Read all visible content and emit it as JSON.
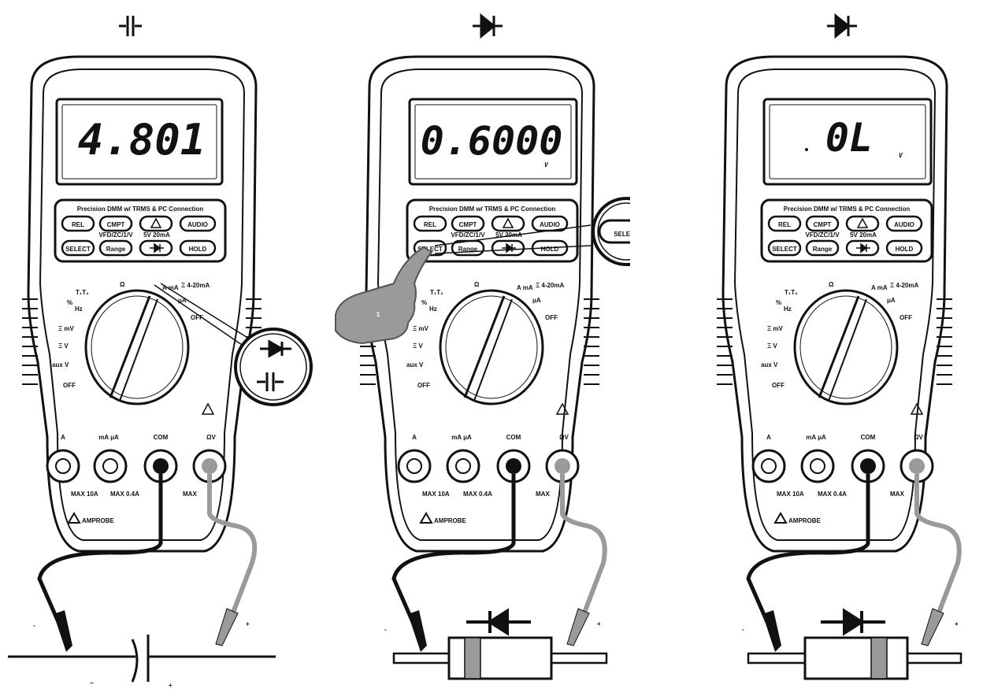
{
  "panels": [
    {
      "mode_icon": "capacitor-symbol-icon",
      "display": {
        "reading": "4.801",
        "mode_indicator": ""
      },
      "callout": {
        "shape": "magnifier-circle",
        "icons": [
          "diode-symbol-icon",
          "capacitor-symbol-icon"
        ]
      },
      "component": {
        "type": "capacitor",
        "polarity_labels": [
          "−",
          "+"
        ]
      },
      "probe_signs": [
        "-",
        "+"
      ]
    },
    {
      "mode_icon": "diode-symbol-icon",
      "display": {
        "reading": "0.6000",
        "mode_indicator": "V"
      },
      "callout": {
        "shape": "magnifier-circle",
        "label": "SELECT"
      },
      "hand": {
        "step_number": "1"
      },
      "component": {
        "type": "diode-forward-bias"
      },
      "probe_signs": [
        "-",
        "+"
      ]
    },
    {
      "mode_icon": "diode-symbol-icon",
      "display": {
        "reading": "0L",
        "mode_indicator": "V"
      },
      "component": {
        "type": "diode-reverse-bias"
      },
      "probe_signs": [
        "-",
        "+"
      ]
    }
  ],
  "meter": {
    "header_strip": "Precision DMM w/ TRMS & PC Connection",
    "buttons_row1": [
      "REL",
      "CMPT",
      "",
      "AUDIO"
    ],
    "buttons_row1_icons": [
      "",
      "",
      "warning-triangle-icon",
      ""
    ],
    "sublabels": [
      "",
      "VFD/ZC/1/V",
      "5V 20mA",
      ""
    ],
    "buttons_row2": [
      "SELECT",
      "Range",
      "",
      "HOLD"
    ],
    "buttons_row2_icons": [
      "",
      "",
      "diode-button-icon",
      ""
    ],
    "dial": {
      "left_labels": [
        "%",
        "Hz",
        "T₁T₂",
        "Ξ mV",
        "Ξ V",
        "aux V",
        "OFF"
      ],
      "top_labels": [
        "Ω",
        "A mA",
        "μA",
        "Ξ 4-20mA"
      ],
      "right_labels": [
        "OFF"
      ]
    },
    "terminals": [
      {
        "label": "A",
        "rating": "10A"
      },
      {
        "label": "mA μA",
        "rating": ""
      },
      {
        "label": "COM",
        "rating": ""
      },
      {
        "label": "ΩV",
        "rating": ""
      }
    ],
    "terminal_ratings": [
      "MAX 10A",
      "MAX 0.4A",
      "MAX"
    ],
    "brand": "AMPROBE"
  },
  "colors": {
    "line": "#111111",
    "background": "#ffffff",
    "probe_gray": "#9a9a9a"
  }
}
